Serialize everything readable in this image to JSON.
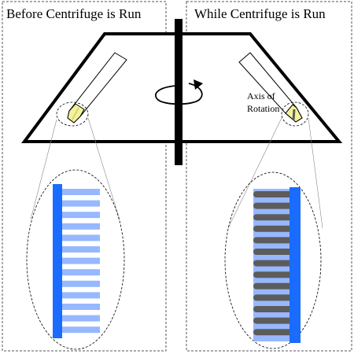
{
  "panels": {
    "left": {
      "title": "Before Centrifuge is Run"
    },
    "right": {
      "title": "While Centrifuge is Run"
    }
  },
  "annotation": {
    "line1": "Axis of",
    "line2": "Rotation"
  },
  "rotation_icon": "rotate-arrow-icon",
  "colors": {
    "background": "#ffffff",
    "outline": "#000000",
    "wall_blue": "#1a6cff",
    "channel_light": "#97b8ff",
    "fluid_gray": "#5c5c5c",
    "sample_yellow": "#f3f29a",
    "dashed": "#555555"
  },
  "channel_count": 13
}
